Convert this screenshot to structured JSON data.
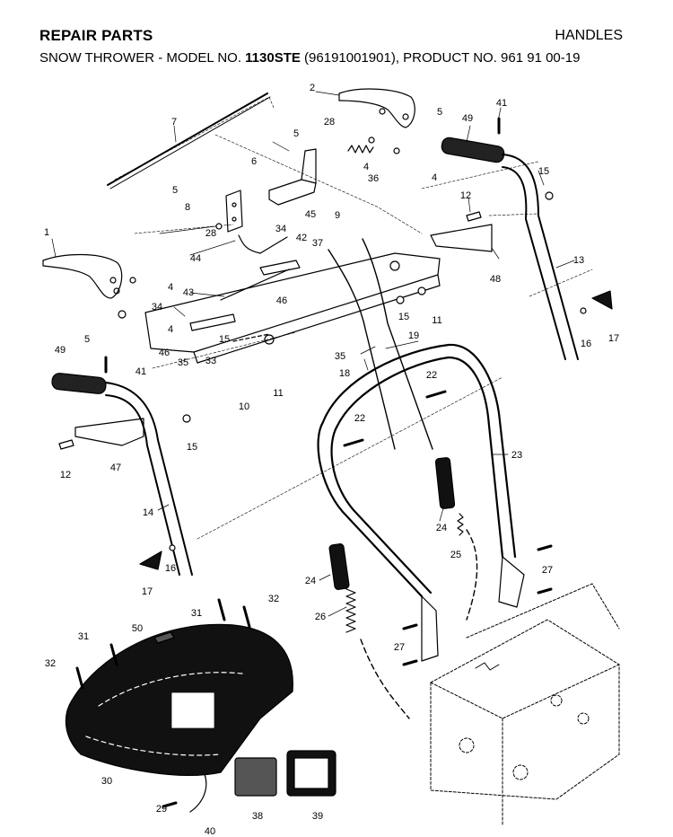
{
  "header": {
    "left": "REPAIR PARTS",
    "right": "HANDLES",
    "subtitle_prefix": "SNOW THROWER - MODEL NO. ",
    "model_no": "1130STE",
    "subtitle_suffix": " (96191001901), PRODUCT NO. 961 91 00-19"
  },
  "callouts": [
    "1",
    "2",
    "4",
    "4",
    "4",
    "4",
    "5",
    "5",
    "5",
    "5",
    "6",
    "7",
    "8",
    "9",
    "10",
    "11",
    "11",
    "12",
    "12",
    "13",
    "14",
    "15",
    "15",
    "15",
    "15",
    "16",
    "16",
    "17",
    "17",
    "18",
    "19",
    "22",
    "22",
    "23",
    "24",
    "24",
    "25",
    "26",
    "27",
    "27",
    "28",
    "28",
    "29",
    "30",
    "31",
    "31",
    "32",
    "32",
    "33",
    "34",
    "34",
    "35",
    "35",
    "36",
    "37",
    "38",
    "39",
    "40",
    "41",
    "41",
    "42",
    "43",
    "44",
    "45",
    "46",
    "46",
    "47",
    "48",
    "49",
    "49",
    "50"
  ]
}
